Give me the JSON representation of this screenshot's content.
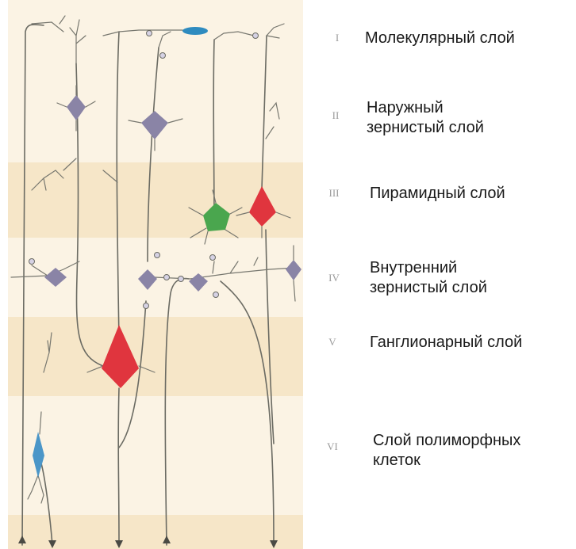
{
  "colors": {
    "band_light": "#fbf3e4",
    "band_dark": "#f6e6c8",
    "fiber": "#6b6b63",
    "pyramidal_red": "#e0353e",
    "stellate_green": "#4aa64e",
    "neuron_purple": "#8a84a6",
    "fusiform_blue": "#4b96c8"
  },
  "layers": [
    {
      "numeral": "I",
      "name": "Молекулярный слой"
    },
    {
      "numeral": "II",
      "name": "Наружный\nзернистый слой"
    },
    {
      "numeral": "III",
      "name": "Пирамидный слой"
    },
    {
      "numeral": "IV",
      "name": "Внутренний\nзернистый слой"
    },
    {
      "numeral": "V",
      "name": "Ганглионарный слой"
    },
    {
      "numeral": "VI",
      "name": "Слой полиморфных\nклеток"
    }
  ]
}
